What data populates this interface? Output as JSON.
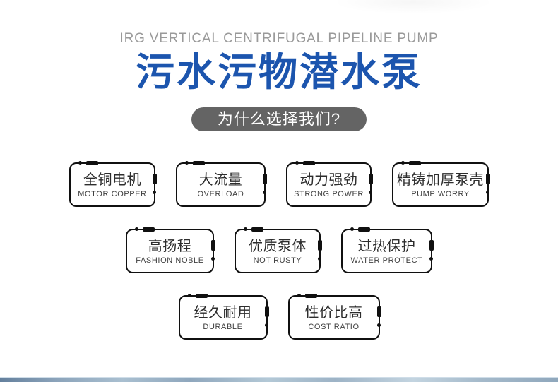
{
  "header": {
    "subtitle": "IRG VERTICAL CENTRIFUGAL PIPELINE PUMP",
    "title": "污水污物潜水泵",
    "banner": "为什么选择我们?"
  },
  "colors": {
    "title_blue": "#1c55ae",
    "subtitle_gray": "#9a9a9a",
    "banner_bg": "#646464",
    "badge_border": "#101010",
    "badge_text": "#2d2d2d",
    "badge_subtext": "#3f3f3f"
  },
  "features": {
    "rows": [
      [
        {
          "zh": "全铜电机",
          "en": "MOTOR COPPER"
        },
        {
          "zh": "大流量",
          "en": "OVERLOAD"
        },
        {
          "zh": "动力强劲",
          "en": "STRONG POWER"
        },
        {
          "zh": "精铸加厚泵壳",
          "en": "PUMP WORRY"
        }
      ],
      [
        {
          "zh": "高扬程",
          "en": "FASHION NOBLE"
        },
        {
          "zh": "优质泵体",
          "en": "NOT RUSTY"
        },
        {
          "zh": "过热保护",
          "en": "WATER PROTECT"
        }
      ],
      [
        {
          "zh": "经久耐用",
          "en": "DURABLE"
        },
        {
          "zh": "性价比高",
          "en": "COST RATIO"
        }
      ]
    ]
  }
}
